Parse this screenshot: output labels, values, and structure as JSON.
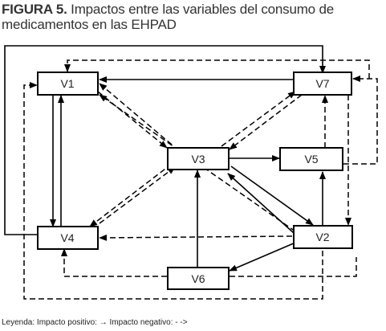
{
  "figure": {
    "label": "FIGURA 5.",
    "caption": "Impactos entre las variables del consumo de medicamentos en las EHPAD"
  },
  "legend": {
    "text_prefix": "Leyenda: Impacto positivo:",
    "positive_symbol": "→",
    "negative_label": "Impacto negativo:",
    "negative_symbol": "- ->"
  },
  "nodes": [
    {
      "id": "V1",
      "label": "V1"
    },
    {
      "id": "V7",
      "label": "V7"
    },
    {
      "id": "V3",
      "label": "V3"
    },
    {
      "id": "V5",
      "label": "V5"
    },
    {
      "id": "V4",
      "label": "V4"
    },
    {
      "id": "V2",
      "label": "V2"
    },
    {
      "id": "V6",
      "label": "V6"
    }
  ],
  "edges": [
    {
      "from": "V7",
      "to": "V1",
      "type": "positive"
    },
    {
      "from": "V1",
      "to": "V4",
      "type": "positive"
    },
    {
      "from": "V4",
      "to": "V1",
      "type": "positive"
    },
    {
      "from": "V4",
      "to": "V7",
      "type": "positive"
    },
    {
      "from": "V3",
      "to": "V5",
      "type": "positive"
    },
    {
      "from": "V3",
      "to": "V2",
      "type": "positive"
    },
    {
      "from": "V2",
      "to": "V3",
      "type": "positive"
    },
    {
      "from": "V2",
      "to": "V5",
      "type": "positive"
    },
    {
      "from": "V6",
      "to": "V3",
      "type": "positive"
    },
    {
      "from": "V2",
      "to": "V6",
      "type": "positive"
    },
    {
      "from": "V5",
      "to": "V7",
      "type": "negative"
    },
    {
      "from": "V4",
      "to": "V3",
      "type": "negative"
    },
    {
      "from": "V3",
      "to": "V4",
      "type": "negative"
    },
    {
      "from": "V1",
      "to": "V3",
      "type": "negative"
    },
    {
      "from": "V3",
      "to": "V7",
      "type": "negative"
    },
    {
      "from": "V7",
      "to": "V3",
      "type": "negative"
    },
    {
      "from": "V3",
      "to": "V1",
      "type": "negative"
    },
    {
      "from": "V2",
      "to": "V4",
      "type": "negative"
    },
    {
      "from": "V2",
      "to": "V1",
      "type": "negative"
    },
    {
      "from": "V2",
      "to": "V7",
      "type": "negative"
    },
    {
      "from": "V7",
      "to": "V2",
      "type": "negative"
    },
    {
      "from": "V6",
      "to": "V4",
      "type": "negative"
    },
    {
      "from": "V2",
      "to": "V4",
      "type": "negative"
    }
  ]
}
